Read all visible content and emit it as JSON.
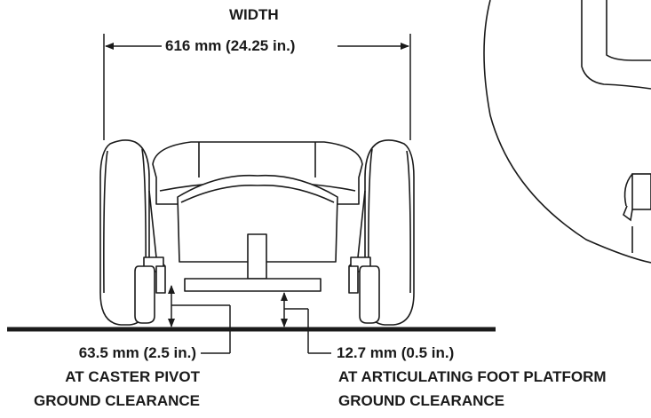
{
  "width": {
    "title": "WIDTH",
    "value": "616 mm (24.25 in.)"
  },
  "caster": {
    "value": "63.5 mm (2.5 in.)",
    "line1": "AT CASTER PIVOT",
    "line2": "GROUND CLEARANCE"
  },
  "foot_platform": {
    "value": "12.7 mm (0.5 in.)",
    "line1": "AT ARTICULATING FOOT PLATFORM",
    "line2": "GROUND CLEARANCE"
  },
  "colors": {
    "ink": "#1a1a1a",
    "background": "#ffffff"
  }
}
